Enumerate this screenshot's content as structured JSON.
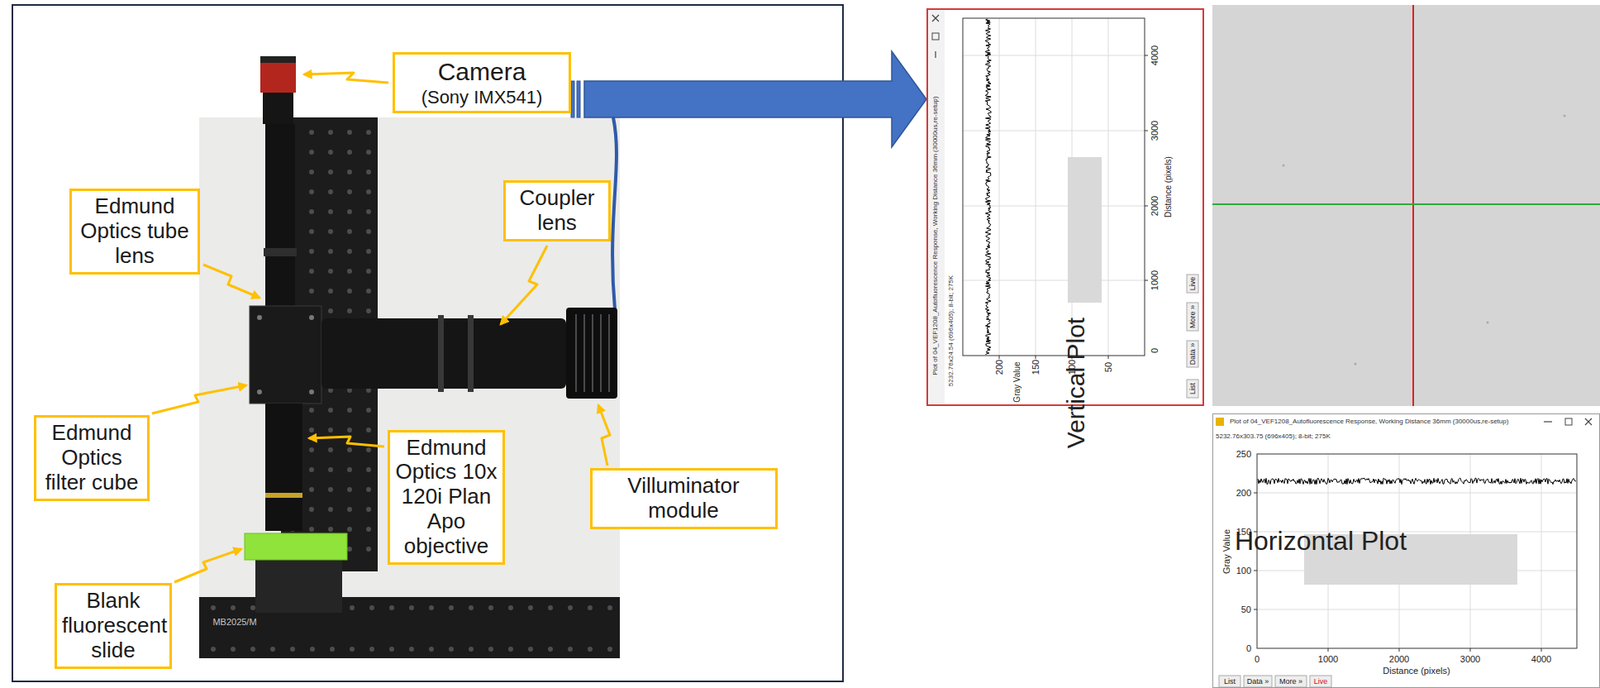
{
  "diagram": {
    "nodes": [
      {
        "text": [
          "Camera",
          "(Sony IMX541)"
        ]
      },
      {
        "text": [
          "Edmund Optics tube lens"
        ]
      },
      {
        "text": [
          "Coupler lens"
        ]
      },
      {
        "text": [
          "Edmund Optics filter cube"
        ]
      },
      {
        "text": [
          "Edmund Optics 10x 120i Plan Apo objective"
        ]
      },
      {
        "text": [
          "Villuminator module"
        ]
      },
      {
        "text": [
          "Blank fluorescent slide"
        ]
      },
      {
        "text": [
          "Plot of 04_VEF1208_Autofluorescence Response, Working Distance 36mm (30000us,re-setup)",
          "5232.76x24.54 (696x405); 8-bit; 275K"
        ]
      },
      {
        "text": [
          "Vertical Plot"
        ],
        "in": 7
      },
      {
        "text": [
          "Plot of 04_VEF1208_Autofluorescence Response, Working Distance 36mm (30000us,re-setup)",
          "5232.76x303.75 (696x405); 8-bit; 275K"
        ]
      },
      {
        "text": [
          "Horizontal Plot"
        ],
        "in": 9
      }
    ],
    "edges": [
      {
        "from": 0,
        "to": 7,
        "arrow": "to"
      }
    ],
    "labels": [
      "MB2025/M",
      "200",
      "150",
      "100",
      "50",
      "Gray Value",
      "0",
      "1000",
      "2000",
      "3000",
      "4000",
      "Distance (pixels)",
      "List",
      "Data »",
      "More »",
      "Live",
      "250",
      "200",
      "150",
      "100",
      "50",
      "0",
      "Gray Value",
      "0",
      "1000",
      "2000",
      "3000",
      "4000",
      "Distance (pixels)",
      "List",
      "Data »",
      "More »",
      "Live"
    ]
  }
}
